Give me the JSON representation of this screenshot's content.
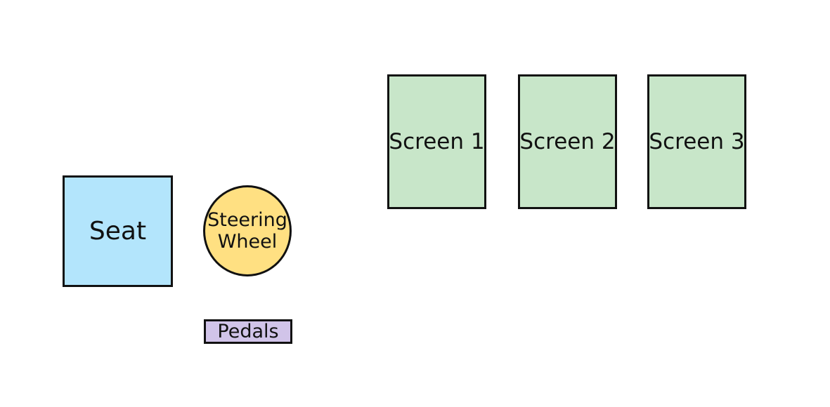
{
  "diagram": {
    "seat": {
      "label": "Seat",
      "color": "#b3e5fc"
    },
    "steering_wheel": {
      "label": "Steering\nWheel",
      "color": "#ffe082"
    },
    "pedals": {
      "label": "Pedals",
      "color": "#d1c4e9"
    },
    "screens": [
      {
        "label": "Screen 1",
        "color": "#c8e6c9"
      },
      {
        "label": "Screen 2",
        "color": "#c8e6c9"
      },
      {
        "label": "Screen 3",
        "color": "#c8e6c9"
      }
    ]
  }
}
